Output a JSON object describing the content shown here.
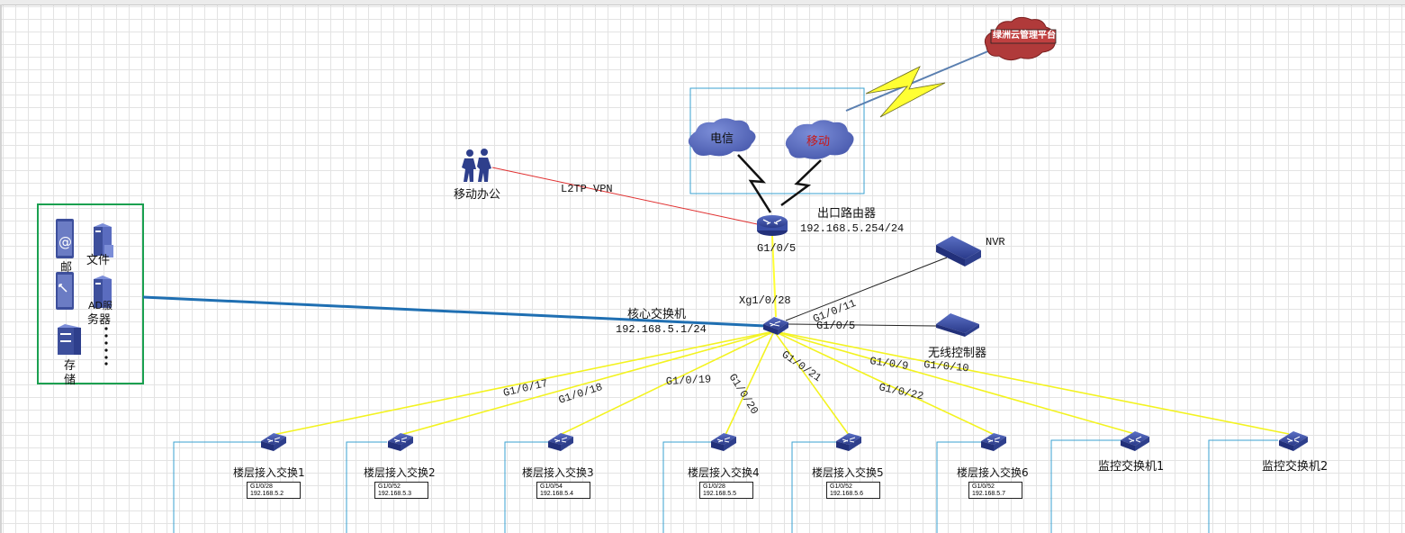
{
  "cloud_platform": {
    "label": "绿洲云管理平台"
  },
  "isp": {
    "telecom": "电信",
    "mobile": "移动"
  },
  "mobile_office": {
    "label": "移动办公",
    "link_label": "L2TP VPN"
  },
  "router": {
    "name": "出口路由器",
    "ip": "192.168.5.254/24",
    "port": "G1/0/5"
  },
  "core_switch": {
    "name": "核心交换机",
    "ip": "192.168.5.1/24",
    "uplink_port": "Xg1/0/28"
  },
  "nvr": {
    "label": "NVR",
    "port": "G1/0/11"
  },
  "wireless_controller": {
    "label": "无线控制器",
    "port": "G1/0/5"
  },
  "servers": {
    "mail": "邮",
    "file": "文件",
    "ad_line1": "AD服",
    "ad_line2": "务器",
    "storage_line1": "存",
    "storage_line2": "储"
  },
  "downlink_ports": [
    "G1/0/17",
    "G1/0/18",
    "G1/0/19",
    "G1/0/20",
    "G1/0/21",
    "G1/0/22",
    "G1/0/9",
    "G1/0/10"
  ],
  "floor_switches": [
    {
      "name": "楼层接入交换1",
      "port": "G1/0/28",
      "ip": "192.168.5.2"
    },
    {
      "name": "楼层接入交换2",
      "port": "G1/0/52",
      "ip": "192.168.5.3"
    },
    {
      "name": "楼层接入交换3",
      "port": "G1/0/54",
      "ip": "192.168.5.4"
    },
    {
      "name": "楼层接入交换4",
      "port": "G1/0/28",
      "ip": "192.168.5.5"
    },
    {
      "name": "楼层接入交换5",
      "port": "G1/0/52",
      "ip": "192.168.5.6"
    },
    {
      "name": "楼层接入交换6",
      "port": "G1/0/52",
      "ip": "192.168.5.7"
    }
  ],
  "monitor_switches": [
    {
      "name": "监控交换机1"
    },
    {
      "name": "监控交换机2"
    }
  ],
  "colors": {
    "uplink": "#ffff33",
    "server_link": "#1f6fb2",
    "vpn": "#e03030",
    "switch_blue": "#2e3f8c",
    "cloud": "#5a6cbf",
    "platform": "#b03030",
    "server_frame": "#1aa050"
  }
}
